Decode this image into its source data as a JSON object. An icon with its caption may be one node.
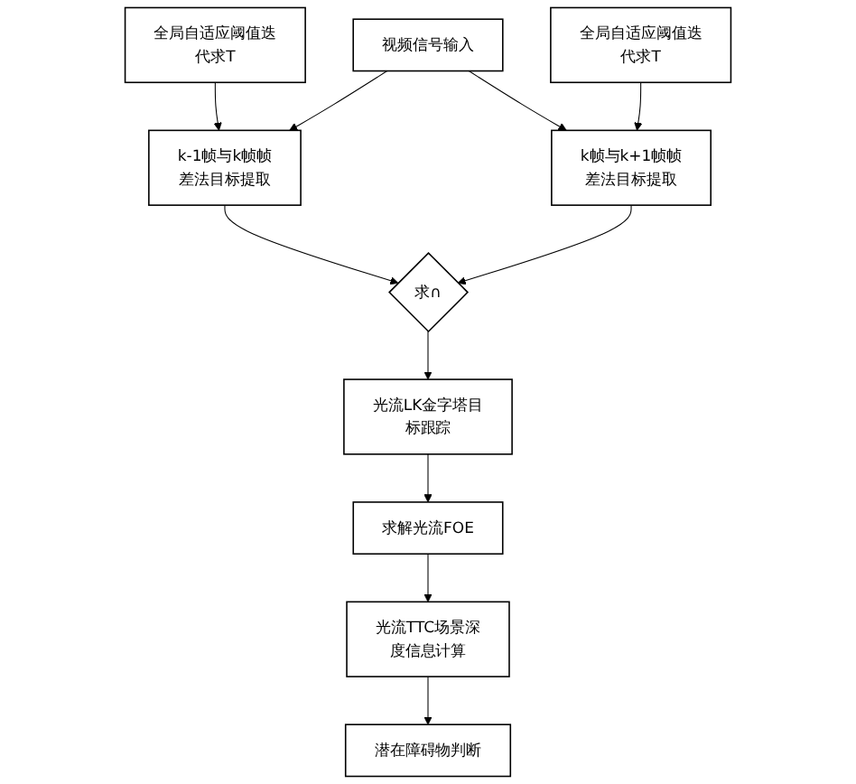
{
  "diagram": {
    "nodes": [
      {
        "text": [
          "视频信号输入"
        ]
      },
      {
        "text": [
          "k-1帧与k帧帧差法目标提取"
        ]
      },
      {
        "text": [
          "k帧与k+1帧帧差法目标提取"
        ]
      },
      {
        "text": [
          "求∩"
        ]
      },
      {
        "text": [
          "全局自适应阈值迭代求T"
        ]
      },
      {
        "text": [
          "全局自适应阈值迭代求T"
        ]
      },
      {
        "text": [
          "光流LK金字塔目标跟踪"
        ]
      },
      {
        "text": [
          "求解光流FOE"
        ]
      },
      {
        "text": [
          "光流TTC场景深度信息计算"
        ]
      },
      {
        "text": [
          "潜在障碍物判断"
        ]
      }
    ],
    "edges": [
      {
        "from": 0,
        "to": 1,
        "arrow": "to"
      },
      {
        "from": 0,
        "to": 2,
        "arrow": "to"
      },
      {
        "from": 1,
        "to": 3,
        "arrow": "to"
      },
      {
        "from": 2,
        "to": 3,
        "arrow": "to"
      },
      {
        "from": 4,
        "to": 1,
        "arrow": "to"
      },
      {
        "from": 5,
        "to": 2,
        "arrow": "to"
      },
      {
        "from": 3,
        "to": 6,
        "arrow": "to"
      },
      {
        "from": 6,
        "to": 7,
        "arrow": "to"
      },
      {
        "from": 7,
        "to": 8,
        "arrow": "to"
      },
      {
        "from": 8,
        "to": 9,
        "arrow": "to"
      }
    ]
  }
}
